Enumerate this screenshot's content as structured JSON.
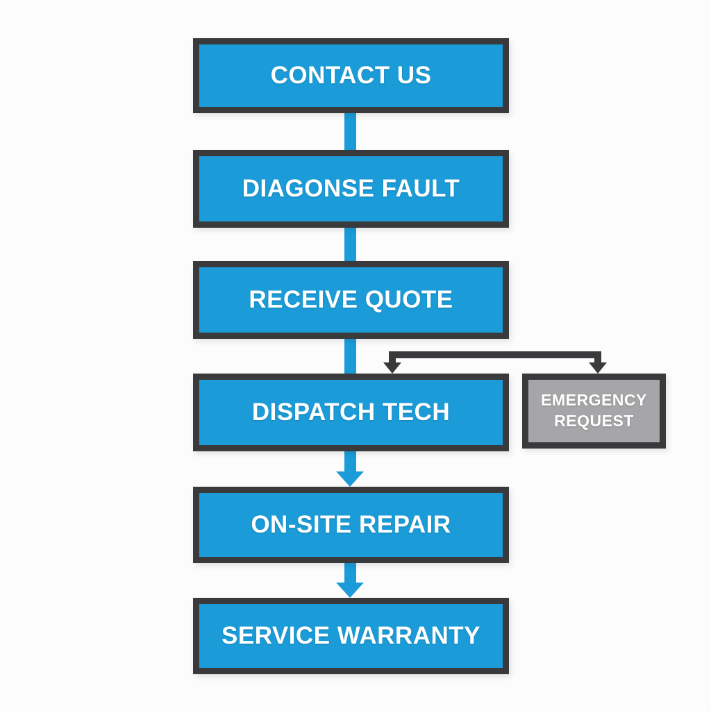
{
  "flowchart": {
    "steps": [
      {
        "label": "CONTACT US"
      },
      {
        "label": "DIAGONSE FAULT"
      },
      {
        "label": "RECEIVE QUOTE"
      },
      {
        "label": "DISPATCH TECH"
      },
      {
        "label": "ON-SITE REPAIR"
      },
      {
        "label": "SERVICE WARRANTY"
      }
    ],
    "branch": {
      "label": "EMERGENCY REQUEST",
      "connects_with": "DISPATCH TECH"
    },
    "colors": {
      "step_fill": "#1b9cd8",
      "box_border": "#3a3a3c",
      "branch_fill": "#a6a6a8",
      "connector_blue": "#1b9cd8",
      "connector_dark": "#3a3a3c",
      "label_text": "#ffffff",
      "background": "#fcfcfc"
    }
  }
}
